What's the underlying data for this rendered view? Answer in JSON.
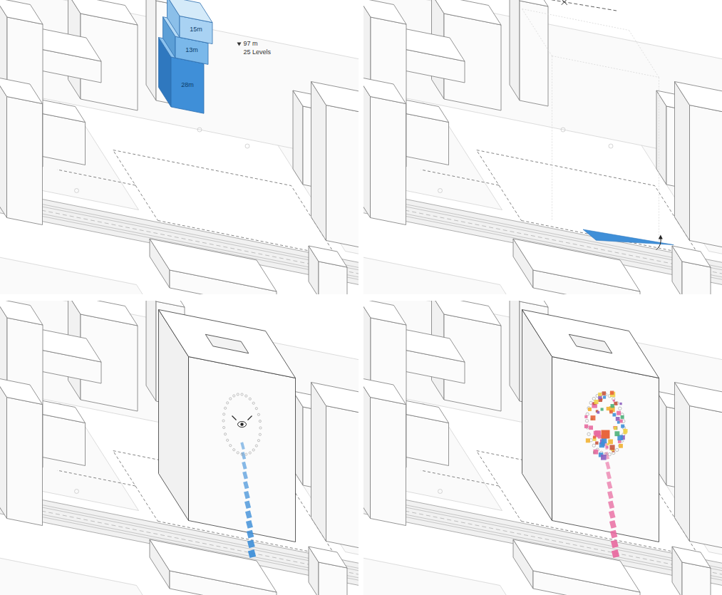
{
  "diagram": {
    "labels": [
      "15m",
      "13m",
      "28m",
      "97 m",
      "25 Levels"
    ]
  }
}
